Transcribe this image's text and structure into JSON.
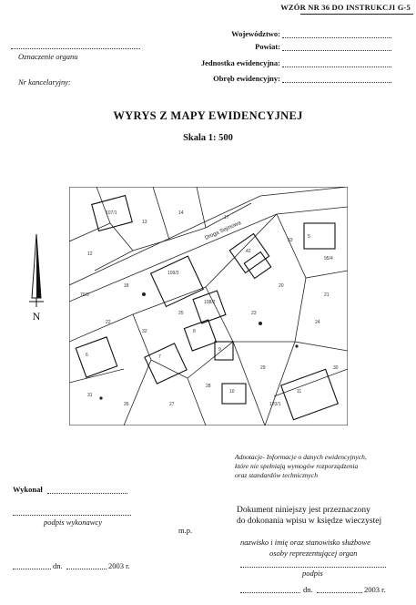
{
  "header": {
    "form_id": "WZÓR NR 36 DO INSTRUKCJI G-5"
  },
  "left_block": {
    "organ_label": "Oznaczenie organu",
    "chancery_label": "Nr kancelaryjny:"
  },
  "right_block": {
    "fields": [
      {
        "label": "Województwo:"
      },
      {
        "label": "Powiat:"
      },
      {
        "label": "Jednostka ewidencyjna:"
      },
      {
        "label": "Obręb ewidencyjny:"
      }
    ]
  },
  "title": {
    "main": "WYRYS Z MAPY EWIDENCYJNEJ",
    "scale": "Skala 1: 500"
  },
  "map": {
    "street_label": "Droga Sejmowa",
    "parcel_labels": [
      "107/1",
      "109/3",
      "108/2",
      "42",
      "5",
      "6",
      "7",
      "8",
      "9",
      "10",
      "11",
      "12",
      "13",
      "14",
      "17",
      "18",
      "20",
      "21",
      "22",
      "23",
      "24",
      "25",
      "26",
      "27",
      "28",
      "29",
      "30",
      "31",
      "32",
      "33",
      "70/3",
      "95/4",
      "170/1"
    ],
    "north_label": "N"
  },
  "annotation": {
    "text_lines": [
      "Adnotacje- Informacje o danych ewidencyjnych,",
      "które nie spełniają wymogów rozporządzenia",
      "oraz standardów technicznych"
    ]
  },
  "signature_left": {
    "executed_label": "Wykonał",
    "signature_label": "podpis wykonawcy",
    "date_day_label": "dn.",
    "date_year_label": "2003 r."
  },
  "stamp_label": "m.p.",
  "document_purpose": {
    "line1": "Dokument niniejszy jest przeznaczony",
    "line2": "do dokonania wpisu w księdze wieczystej"
  },
  "signature_right": {
    "name_line1": "nazwisko i imię oraz stanowisko służbowe",
    "name_line2": "osoby reprezentującej organ",
    "signature_label": "podpis",
    "date_day_label": "dn.",
    "date_year_label": "2003 r."
  }
}
